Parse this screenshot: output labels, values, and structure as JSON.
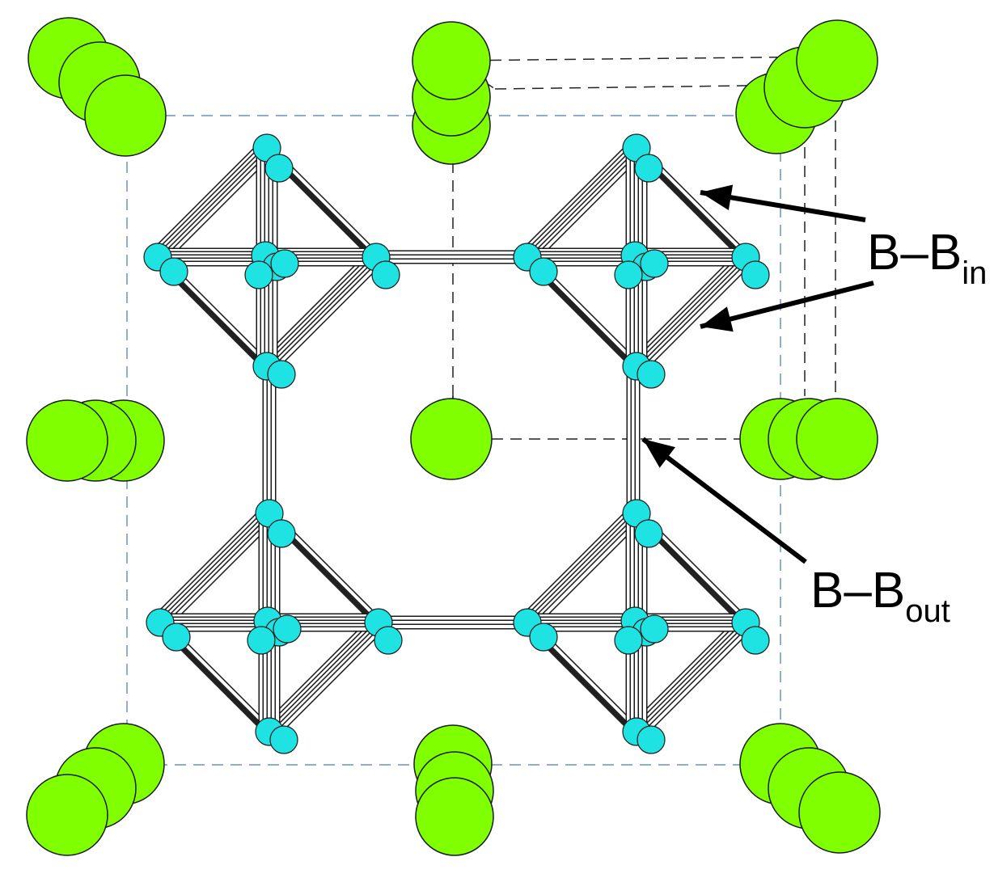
{
  "labels": {
    "bb_in": {
      "main": "B–B",
      "sub": "in"
    },
    "bb_out": {
      "main": "B–B",
      "sub": "out"
    }
  },
  "colors": {
    "metal_atom": "#7fff00",
    "boron_atom": "#1fe3e3",
    "bond": "#ffffff",
    "outline": "#1a1a1a",
    "cell_outline_blue": "#6a93b8",
    "cell_outline_black": "#222222",
    "arrow": "#000000"
  }
}
